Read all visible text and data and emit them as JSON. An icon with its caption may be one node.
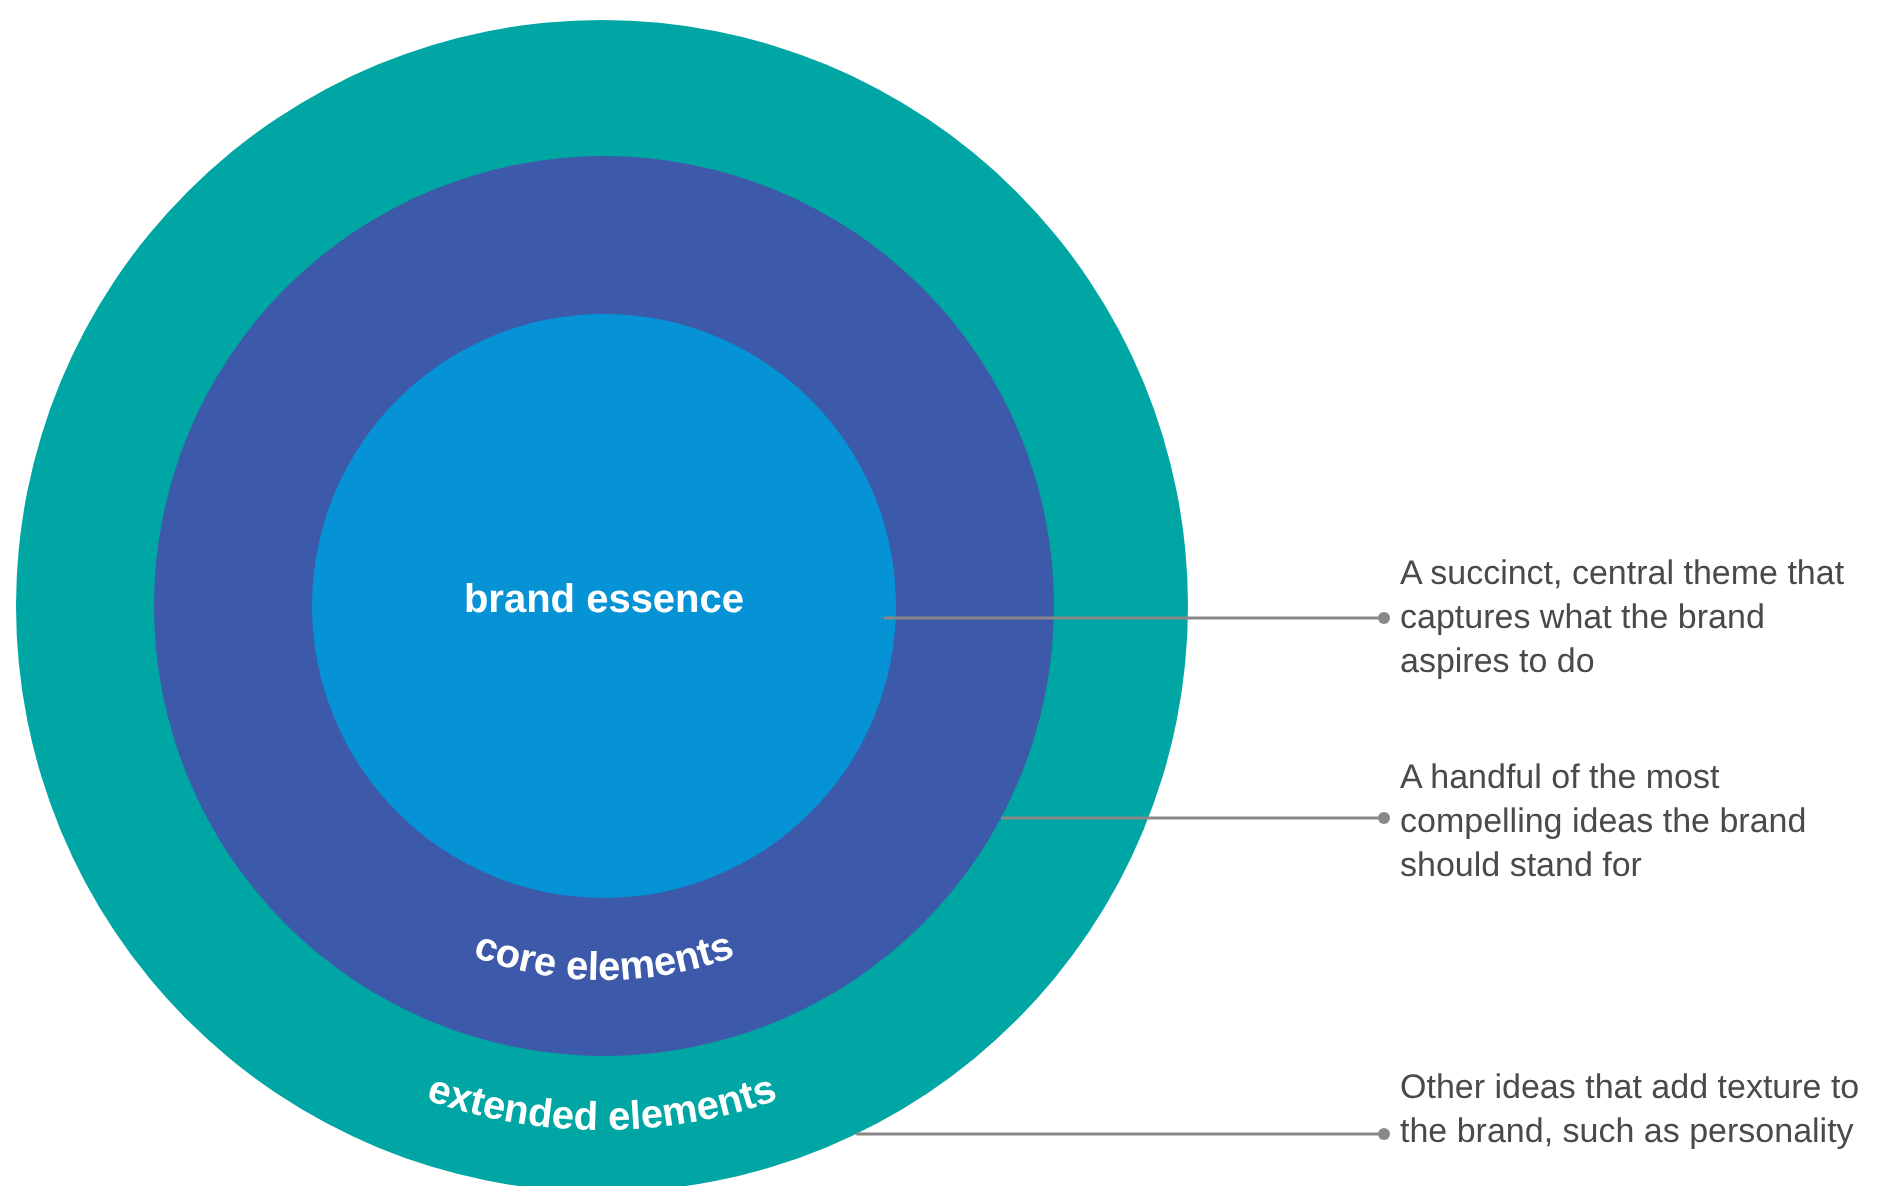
{
  "diagram": {
    "nodes": [
      {
        "text": [
          "extended elements"
        ]
      },
      {
        "text": [
          "core elements"
        ],
        "in": 0
      },
      {
        "text": [
          "brand essence"
        ],
        "in": 1
      },
      {
        "text": [
          "A succinct, central theme that captures what the brand aspires to do"
        ]
      },
      {
        "text": [
          "A handful of the most compelling ideas the brand should stand for"
        ]
      },
      {
        "text": [
          "Other ideas that add texture to the brand, such as personality"
        ]
      }
    ],
    "edges": [
      {
        "from": 3,
        "to": 2,
        "arrow": "other"
      },
      {
        "from": 4,
        "to": 1,
        "arrow": "other"
      },
      {
        "from": 5,
        "to": 0,
        "arrow": "other"
      }
    ]
  }
}
